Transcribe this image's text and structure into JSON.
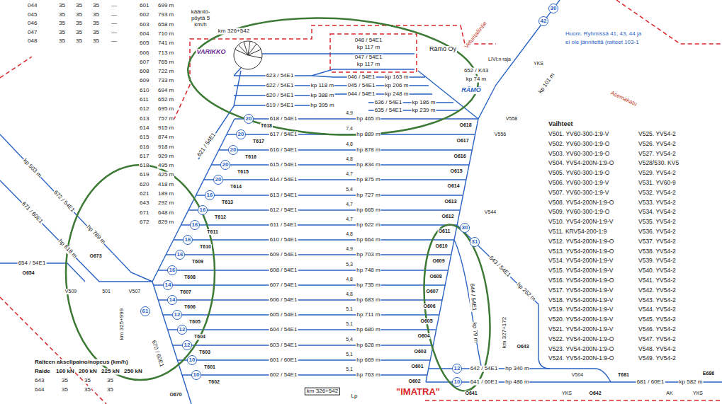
{
  "diagram": {
    "nodes": [
      {
        "text": [
          "20"
        ]
      },
      {
        "text": [
          "20"
        ]
      },
      {
        "text": [
          "20"
        ]
      },
      {
        "text": [
          "20"
        ]
      },
      {
        "text": [
          "20"
        ]
      },
      {
        "text": [
          "16"
        ]
      },
      {
        "text": [
          "16"
        ]
      },
      {
        "text": [
          "16"
        ]
      },
      {
        "text": [
          "16"
        ]
      },
      {
        "text": [
          "16"
        ]
      },
      {
        "text": [
          "16"
        ]
      },
      {
        "text": [
          "14"
        ]
      },
      {
        "text": [
          "14"
        ]
      },
      {
        "text": [
          "12"
        ]
      },
      {
        "text": [
          "12"
        ]
      },
      {
        "text": [
          "12"
        ]
      },
      {
        "text": [
          "10"
        ]
      },
      {
        "text": [
          "10"
        ]
      },
      {
        "text": [
          "61"
        ]
      },
      {
        "text": [
          "30"
        ]
      },
      {
        "text": [
          "31"
        ]
      },
      {
        "text": [
          "12"
        ]
      },
      {
        "text": [
          "10"
        ]
      },
      {
        "text": [
          "42"
        ]
      },
      {
        "text": [
          "30"
        ]
      }
    ],
    "labels": [
      "044",
      "35",
      "35",
      "35",
      "—",
      "045",
      "35",
      "35",
      "35",
      "—",
      "046",
      "35",
      "35",
      "35",
      "—",
      "047",
      "35",
      "35",
      "35",
      "—",
      "048",
      "35",
      "35",
      "35",
      "—",
      "601",
      "699 m",
      "602",
      "793 m",
      "603",
      "658 m",
      "604",
      "710 m",
      "605",
      "741 m",
      "606",
      "713 m",
      "607",
      "765 m",
      "608",
      "722 m",
      "609",
      "733 m",
      "610",
      "694 m",
      "611",
      "652 m",
      "612",
      "695 m",
      "613",
      "757 m",
      "614",
      "915 m",
      "615",
      "874 m",
      "616",
      "918 m",
      "617",
      "929 m",
      "618",
      "495 m",
      "619",
      "425 m",
      "620",
      "418 m",
      "621",
      "189 m",
      "643",
      "292 m",
      "671",
      "648 m",
      "672",
      "829 m",
      "Vaihteet",
      "V501. YV60-300-1:9-V",
      "V502. YV60-300-1:9-O",
      "V503. YV60-300-1:9-O",
      "V504. YV54-200N-1:9-O",
      "V505. YV60-300-1:9-O",
      "V506. YV60-300-1:9-V",
      "V507. YV60-300-1:9-V",
      "V508. YV54-200N-1:9-O",
      "V509. YV60-300-1:9-O",
      "V510. YV54-200N-1:9-V",
      "V511. KRV54-200-1:9",
      "V512. YV54-200N-1:9-O",
      "V513. YV54-200N-1:9-O",
      "V514. YV54-200N-1:9-V",
      "V515. YV54-200N-1:9-V",
      "V516. YV54-200N-1:9-O",
      "V517. YV54-200N-1:9-V",
      "V518. YV54-200N-1:9-V",
      "V519. YV54-200N-1:9-V",
      "V520. YV54-200N-1:9-V",
      "V521. YV54-200N-1:9-V",
      "V522. YV54-200N-1:9-O",
      "V523. YV54-200N-1:9-O",
      "V524. YV54-200N-1:9-O",
      "V525. YV54-2",
      "V526. YV54-2",
      "V527. YV54-2",
      "V528/530. KV5",
      "V529. YV54-2",
      "V531. YV60-9",
      "V532. YV54-2",
      "V533. YV54-2",
      "V534. YV54-2",
      "V535. YV54-2",
      "V536. YV54-2",
      "V537. YV54-2",
      "V538. YV54-2",
      "V539. YV54-2",
      "V540. YV54-2",
      "V541. YV54-2",
      "V542. YV54-2",
      "V543. YV54-2",
      "V544. YV54-2",
      "V545. YV54-2",
      "V546. YV54-2",
      "V547. YV54-2",
      "V548. YV54-2",
      "V549. YV54-2",
      "Raiteen akselipaino/nopeus (km/h)",
      "Raide",
      "160 kN",
      "200 kN",
      "225 kN",
      "250 kN",
      "643",
      "35",
      "35",
      "35",
      "644",
      "35",
      "35",
      "35",
      "618 / 54E1",
      "hp 465 m",
      "4,9",
      "T618",
      "O618",
      "617 / 54E1",
      "hp 889 m",
      "7,4",
      "T617",
      "O617",
      "616 / 54E1",
      "hp 878 m",
      "4,8",
      "T616",
      "O616",
      "615 / 54E1",
      "hp 834 m",
      "4,8",
      "T615",
      "O615",
      "614 / 54E1",
      "hp 875 m",
      "4,7",
      "T614",
      "O614",
      "613 / 54E1",
      "hp 727 m",
      "5,4",
      "T613",
      "O613",
      "612 / 54E1",
      "hp 665 m",
      "4,7",
      "T612",
      "O612",
      "611 / 54E1",
      "hp 622 m",
      "4,7",
      "T611",
      "O611",
      "610 / 54E1",
      "hp 664 m",
      "4,8",
      "T610",
      "O610",
      "609 / 54E1",
      "hp 703 m",
      "4,9",
      "T609",
      "O609",
      "608 / 54E1",
      "hp 748 m",
      "5,3",
      "T608",
      "O608",
      "607 / 54E1",
      "hp 735 m",
      "4,8",
      "T607",
      "O607",
      "606 / 54E1",
      "hp 683 m",
      "4,8",
      "T606",
      "O606",
      "605 / 54E1",
      "hp 711 m",
      "5,1",
      "T605",
      "O605",
      "604 / 54E1",
      "hp 680 m",
      "5,1",
      "T604",
      "O604",
      "603 / 54E1",
      "hp 628 m",
      "5,4",
      "T603",
      "O603",
      "601 / 60E1",
      "hp 669 m",
      "5,1",
      "T601",
      "O601",
      "602 / 54E1",
      "hp 763 m",
      "5,1",
      "T602",
      "O602",
      "km 326+542",
      "kääntö- pöytä 5 km/h",
      "VARIKKO",
      "623 / 54E1",
      "622 / 54E1",
      "kp 118 m",
      "620 / 54E1",
      "kp 388 m",
      "619 / 54E1",
      "hp 395 m",
      "621 / 54E1",
      "048 / 54E1",
      "kp 117 m",
      "047 / 54E1",
      "kp 117 m",
      "046 / 54E1",
      "kp 163 m",
      "045 / 54E1",
      "kp 206 m",
      "044 / 54E1",
      "kp 248 m",
      "636 / 54E1",
      "kp 186 m",
      "635 / 54E1",
      "kp 239 m",
      "Rämö Oy",
      "Veturitallintie",
      "LIVI:n raja",
      "652 / K43",
      "kp 74 m",
      "RÄMÖ",
      "YKS",
      "kp 101 m",
      "Huom. Ryhmissä 41, 43, 44 ja",
      "ei ole jännitettä (raiteet 103-1",
      "Asemakatu",
      "V556",
      "V558",
      "V544",
      "643 / 54E1",
      "hp 262 m",
      "644 / 54E1",
      "kp 79 m",
      "km 327+172",
      "O643",
      "642 / 54E1",
      "hp 340 m",
      "641 / 60E1",
      "hp 486 m",
      "\"IMATRA\"",
      "O641",
      "V504",
      "YKS",
      "O642",
      "T681",
      "681 / 60E1",
      "AK",
      "kp 582 m",
      "E686",
      "YKS",
      "672 / 54E1",
      "kp 503 m",
      "hp 789 m",
      "671 / 60E1",
      "hp 618 m",
      "654 / 54E1",
      "O654",
      "V509",
      "501",
      "V507",
      "km 325+999",
      "670 / 60E1",
      "O670",
      "O673",
      "Lp",
      "km 326+542"
    ]
  }
}
